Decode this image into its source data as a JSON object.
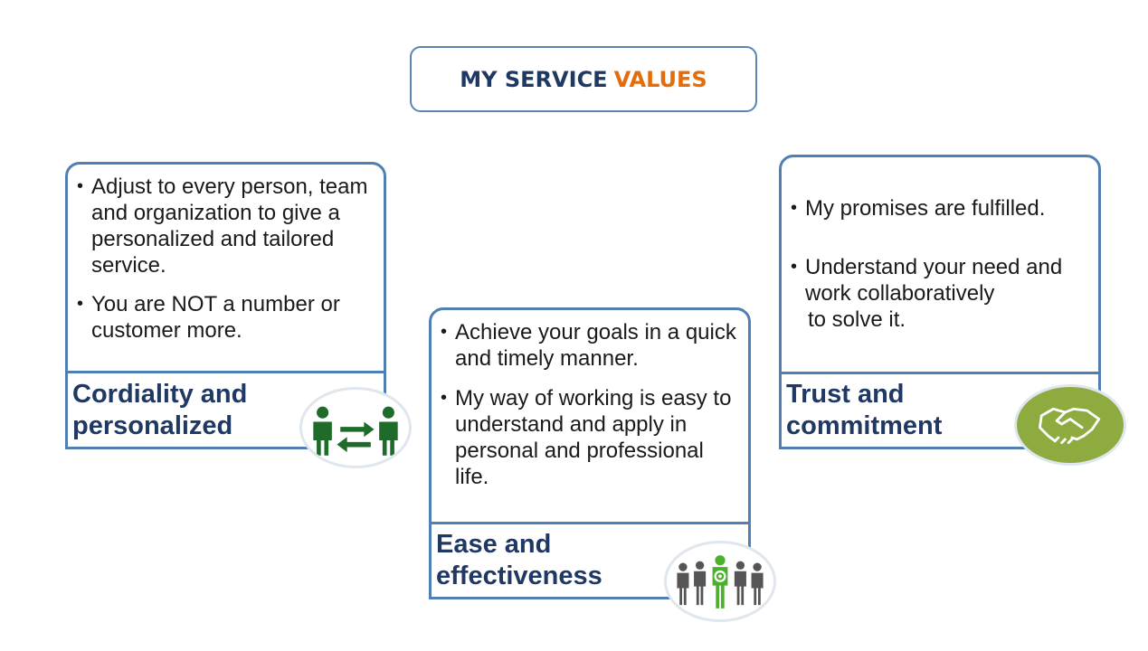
{
  "title": {
    "part1": "MY SERVICE",
    "part2": "VALUES"
  },
  "colors": {
    "title_dark": "#1f3864",
    "title_accent": "#e46c0a",
    "border": "#4f7fb3",
    "icon_green_dark": "#1e6b2a",
    "icon_green_light": "#8dab3f",
    "icon_gray": "#555555",
    "icon_highlight": "#4caf2e"
  },
  "cards": [
    {
      "bullets": [
        "Adjust to every person, team and organization to give a personalized and tailored service.",
        "You are NOT a number or customer more."
      ],
      "footer_line1": "Cordiality and",
      "footer_line2": "personalized",
      "icon": "people-exchange-icon"
    },
    {
      "bullets": [
        "Achieve your goals in a quick and timely manner.",
        "My way of working is easy to understand and apply in personal and professional life."
      ],
      "footer_line1": "Ease and",
      "footer_line2": "effectiveness",
      "icon": "team-target-icon"
    },
    {
      "bullets": [
        "My promises are fulfilled.",
        "Understand your need and work collaboratively",
        "to solve it."
      ],
      "footer_line1": "Trust and",
      "footer_line2": "commitment",
      "icon": "handshake-icon"
    }
  ]
}
